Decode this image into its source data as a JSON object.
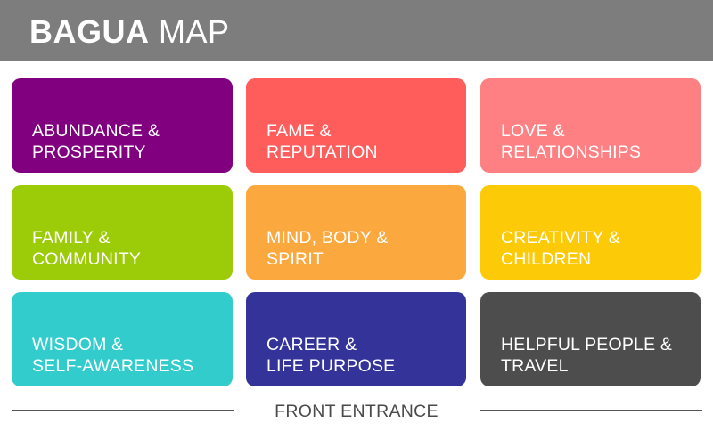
{
  "header": {
    "title_bold": "BAGUA",
    "title_light": "MAP",
    "background": "#7d7d7d"
  },
  "grid": {
    "tiles": [
      {
        "label": "ABUNDANCE &\nPROSPERITY",
        "color": "#800080"
      },
      {
        "label": "FAME &\nREPUTATION",
        "color": "#ff5c5c"
      },
      {
        "label": "LOVE &\nRELATIONSHIPS",
        "color": "#ff8083"
      },
      {
        "label": "FAMILY &\nCOMMUNITY",
        "color": "#9ccc08"
      },
      {
        "label": "MIND, BODY &\nSPIRIT",
        "color": "#fba83f"
      },
      {
        "label": "CREATIVITY &\nCHILDREN",
        "color": "#fcca07"
      },
      {
        "label": "WISDOM &\nSELF-AWARENESS",
        "color": "#33cccc"
      },
      {
        "label": "CAREER &\nLIFE PURPOSE",
        "color": "#333399"
      },
      {
        "label": "HELPFUL PEOPLE &\nTRAVEL",
        "color": "#4d4d4d"
      }
    ]
  },
  "footer": {
    "label": "FRONT ENTRANCE",
    "line_color": "#555555"
  }
}
